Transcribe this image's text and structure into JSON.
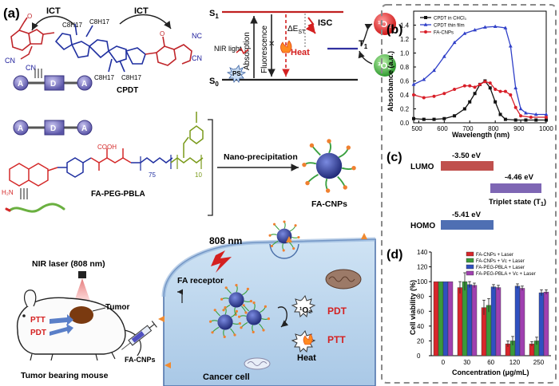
{
  "panel_labels": {
    "a": "(a)",
    "b": "(b)",
    "c": "(c)",
    "d": "(d)"
  },
  "molecule": {
    "ict_left": "ICT",
    "ict_right": "ICT",
    "chain_top_left": "C8H17",
    "chain_top_right": "C8H17",
    "chain_bottom_left": "C8H17",
    "chain_bottom_right": "C8H17",
    "cn": "CN",
    "nc": "NC",
    "name": "CPDT",
    "ada": [
      "A",
      "D",
      "A"
    ]
  },
  "jablonski": {
    "s1": "S",
    "s1_sub": "1",
    "s0": "S",
    "s0_sub": "0",
    "t1": "T",
    "t1_sub": "1",
    "absorption": "Absorption",
    "fluorescence": "Fluorescence",
    "isc": "ISC",
    "delta_e": "ΔE",
    "delta_e_sub": "ST",
    "nir_light": "NIR light",
    "heat": "Heat",
    "ps": "PS",
    "singlet_o2": "¹O₂",
    "triplet_o2": "³O₂"
  },
  "polymer": {
    "name": "FA-PEG-PBLA",
    "cooh": "COOH",
    "h2n": "H₂N",
    "peg_n": "75",
    "pbla_n": "10"
  },
  "process": {
    "arrow_label": "Nano-precipitation",
    "product": "FA-CNPs"
  },
  "mouse": {
    "laser": "NIR laser (808 nm)",
    "tumor": "Tumor",
    "ptt": "PTT",
    "pdt": "PDT",
    "injection": "FA-CNPs",
    "caption": "Tumor bearing mouse"
  },
  "cell": {
    "laser": "808 nm",
    "receptor": "FA receptor",
    "singlet_o2": "¹O₂",
    "pdt": "PDT",
    "ptt": "PTT",
    "heat": "Heat",
    "caption": "Cancer cell"
  },
  "chart_b": {
    "type": "line",
    "xlabel": "Wavelength (nm)",
    "ylabel": "Absorbance (a.u.)",
    "xlim": [
      480,
      1000
    ],
    "ylim": [
      0,
      1.6
    ],
    "xticks": [
      500,
      600,
      700,
      800,
      900,
      1000
    ],
    "yticks": [
      0.0,
      0.2,
      0.4,
      0.6,
      0.8,
      1.0,
      1.2,
      1.4
    ],
    "series": [
      {
        "name": "CPDT in CHCl₃",
        "color": "#111111",
        "marker": "square",
        "x": [
          480,
          520,
          560,
          600,
          640,
          680,
          700,
          720,
          740,
          760,
          780,
          800,
          820,
          840,
          880,
          920,
          960,
          1000
        ],
        "y": [
          0.06,
          0.05,
          0.05,
          0.06,
          0.1,
          0.2,
          0.3,
          0.42,
          0.55,
          0.6,
          0.5,
          0.3,
          0.12,
          0.05,
          0.04,
          0.04,
          0.04,
          0.04
        ]
      },
      {
        "name": "CPDT thin film",
        "color": "#3040c8",
        "marker": "triangle",
        "x": [
          480,
          520,
          560,
          600,
          640,
          680,
          720,
          760,
          800,
          840,
          860,
          880,
          900,
          920,
          960,
          1000
        ],
        "y": [
          0.55,
          0.62,
          0.75,
          0.95,
          1.15,
          1.28,
          1.33,
          1.37,
          1.38,
          1.36,
          1.1,
          0.5,
          0.2,
          0.14,
          0.12,
          0.12
        ]
      },
      {
        "name": "FA-CNPs",
        "color": "#d81e28",
        "marker": "circle",
        "x": [
          480,
          520,
          560,
          600,
          640,
          680,
          700,
          720,
          740,
          760,
          780,
          800,
          820,
          840,
          860,
          880,
          900,
          940,
          1000
        ],
        "y": [
          0.4,
          0.36,
          0.38,
          0.42,
          0.48,
          0.53,
          0.53,
          0.51,
          0.55,
          0.59,
          0.57,
          0.48,
          0.45,
          0.45,
          0.4,
          0.22,
          0.1,
          0.08,
          0.08
        ]
      }
    ]
  },
  "energy_c": {
    "lumo_label": "LUMO",
    "lumo_value": "-3.50 eV",
    "triplet_value": "-4.46 eV",
    "triplet_label": "Triplet state (T",
    "triplet_sub": "1",
    "triplet_close": ")",
    "homo_label": "HOMO",
    "homo_value": "-5.41 eV",
    "colors": {
      "lumo": "#c0504d",
      "triplet": "#7e66b4",
      "homo": "#4f6fb3"
    }
  },
  "chart_d": {
    "type": "bar",
    "xlabel": "Concentration (μg/mL)",
    "ylabel": "Cell viability (%)",
    "ylim": [
      0,
      140
    ],
    "yticks": [
      0,
      20,
      40,
      60,
      80,
      100,
      120,
      140
    ],
    "categories": [
      "0",
      "30",
      "60",
      "120",
      "250"
    ],
    "series": [
      {
        "name": "FA-CNPs + Laser",
        "color": "#d8262a",
        "values": [
          100,
          92,
          65,
          16,
          16
        ]
      },
      {
        "name": "FA-CNPs + Vc + Laser",
        "color": "#3a9a3a",
        "values": [
          100,
          100,
          68,
          20,
          20
        ]
      },
      {
        "name": "FA-PEG-PBLA + Laser",
        "color": "#3050c0",
        "values": [
          100,
          96,
          93,
          94,
          85
        ]
      },
      {
        "name": "FA-PEG-PBLA + Vc + Laser",
        "color": "#a040b0",
        "values": [
          100,
          95,
          92,
          91,
          86
        ]
      }
    ],
    "errors": [
      [
        0,
        8,
        10,
        4,
        3
      ],
      [
        0,
        12,
        9,
        6,
        5
      ],
      [
        0,
        4,
        3,
        3,
        4
      ],
      [
        0,
        3,
        3,
        3,
        3
      ]
    ]
  }
}
